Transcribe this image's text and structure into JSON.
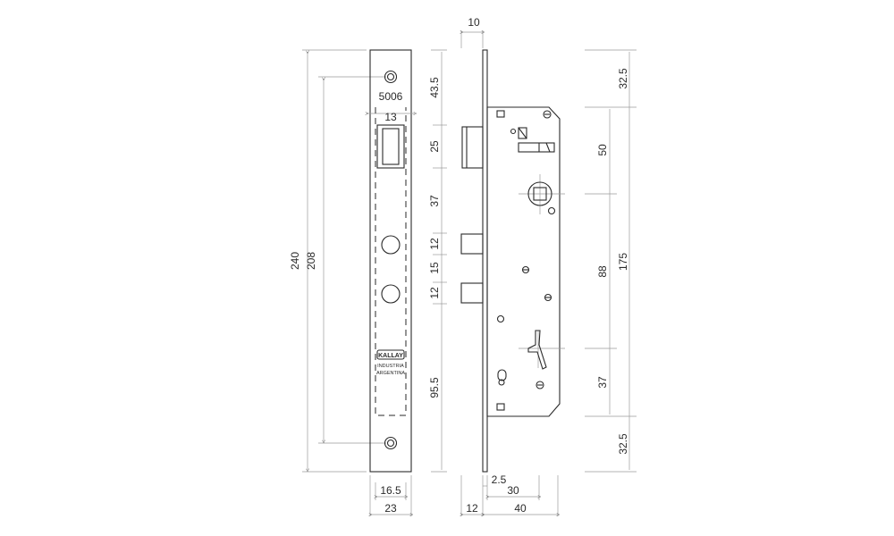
{
  "faceplate": {
    "model": "5006",
    "brand": "KALLAY",
    "line1": "INDUSTRIA",
    "line2": "ARGENTINA"
  },
  "dimensions": {
    "total_height": "240",
    "screw_spacing": "208",
    "top_to_latch": "43.5",
    "latch_height": "25",
    "latch_to_bolt": "37",
    "bolt1_height": "12",
    "bolt_gap": "15",
    "bolt2_height": "12",
    "bottom": "95.5",
    "latch_width": "13",
    "face_inner_width": "16.5",
    "face_width": "23",
    "top_label": "10",
    "offset_small": "2.5",
    "backset": "30",
    "face_thickness": "12",
    "body_depth": "40",
    "r_top": "32.5",
    "r_latch_to_spindle": "50",
    "r_spindle_to_cyl": "88",
    "r_body": "175",
    "r_cyl_to_bottom": "37",
    "r_bottom": "32.5"
  }
}
